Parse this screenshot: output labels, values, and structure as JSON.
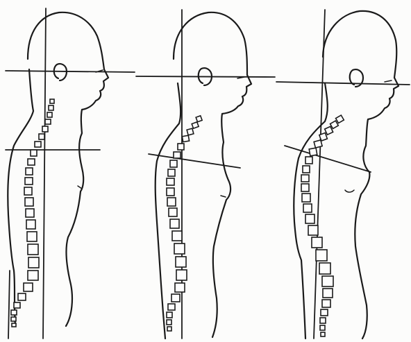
{
  "figures": [
    {
      "id": "figure-1"
    },
    {
      "id": "figure-2"
    },
    {
      "id": "figure-3"
    }
  ]
}
